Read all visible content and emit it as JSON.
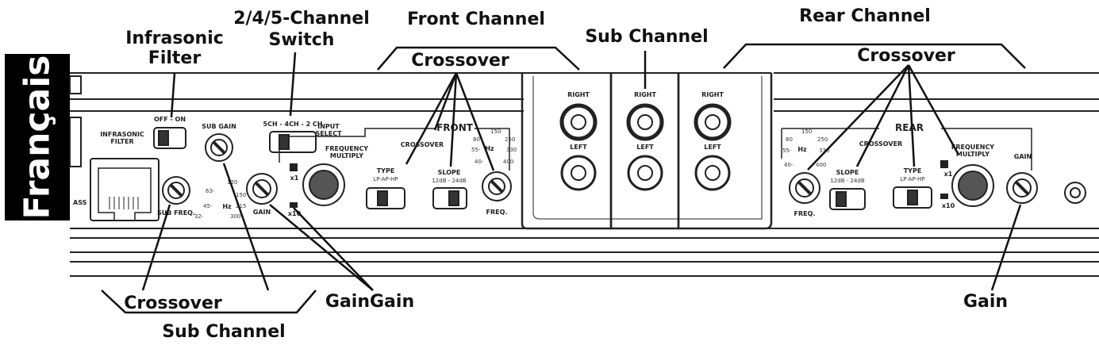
{
  "language_tab": "Français",
  "callouts": {
    "infrasonic_filter": "Infrasonic\nFilter",
    "channel_switch": "2/4/5-Channel\nSwitch",
    "front_channel": "Front Channel",
    "front_crossover": "Crossover",
    "sub_channel_top": "Sub Channel",
    "rear_channel": "Rear Channel",
    "rear_crossover": "Crossover",
    "sub_crossover": "Crossover",
    "sub_channel_bottom": "Sub Channel",
    "gain_front": "GainGain",
    "gain_rear": "Gain"
  },
  "panel": {
    "infrasonic_filter": "INFRASONIC\nFILTER",
    "infrasonic_off_on": "OFF - ON",
    "sub_gain": "SUB GAIN",
    "sub_freq": "SUB FREQ.",
    "sub_freq_scale": [
      "32-",
      "45-",
      "63-",
      "120",
      "150",
      "215",
      "300"
    ],
    "hz": "Hz",
    "channel_switch": "5CH - 4CH - 2 CH",
    "input_select": "INPUT\nSELECT",
    "frequency_multiply": "FREQUENCY\nMULTIPLY",
    "x1": "x1",
    "x10": "x10",
    "gain": "GAIN",
    "front": "FRONT",
    "crossover": "CROSSOVER",
    "type": "TYPE",
    "type_options": "LP-AP-HP",
    "slope": "SLOPE",
    "slope_options": "12dB - 24dB",
    "freq": "FREQ.",
    "freq_scale": [
      "40-",
      "55-",
      "80",
      "150",
      "250",
      "330",
      "400"
    ],
    "rca_right": "RIGHT",
    "rca_left": "LEFT",
    "rear": "REAR",
    "pass": "ASS"
  },
  "colors": {
    "ink": "#111111",
    "panel_line": "#222222",
    "panel_fill": "#ffffff",
    "tab_bg": "#000000",
    "tab_text": "#ffffff"
  }
}
